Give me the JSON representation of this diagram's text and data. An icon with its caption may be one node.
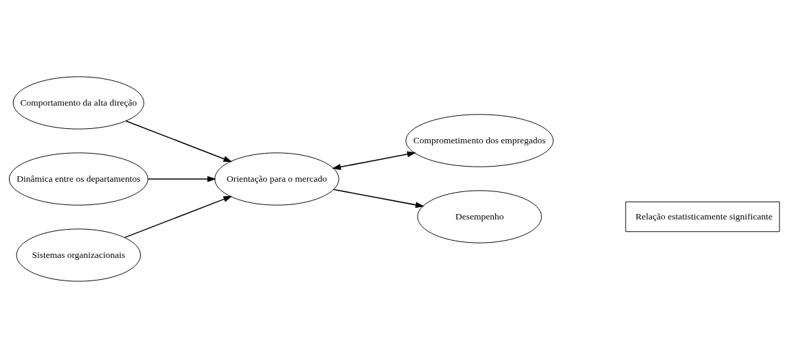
{
  "diagram": {
    "nodes": [
      {
        "text": [
          "Comportamento da alta direção"
        ]
      },
      {
        "text": [
          "Dinâmica entre os departamentos"
        ]
      },
      {
        "text": [
          "Sistemas organizacionais"
        ]
      },
      {
        "text": [
          "Orientação para o mercado"
        ]
      },
      {
        "text": [
          "Comprometimento dos empregados"
        ]
      },
      {
        "text": [
          "Desempenho"
        ]
      }
    ],
    "edges": [
      {
        "from": 0,
        "to": 3,
        "arrow": "to"
      },
      {
        "from": 1,
        "to": 3,
        "arrow": "to"
      },
      {
        "from": 2,
        "to": 3,
        "arrow": "to"
      },
      {
        "from": 3,
        "to": 4,
        "arrow": "both"
      },
      {
        "from": 3,
        "to": 5,
        "arrow": "to"
      }
    ],
    "legend": [
      {
        "text": "Relação estatisticamente significante"
      }
    ]
  }
}
